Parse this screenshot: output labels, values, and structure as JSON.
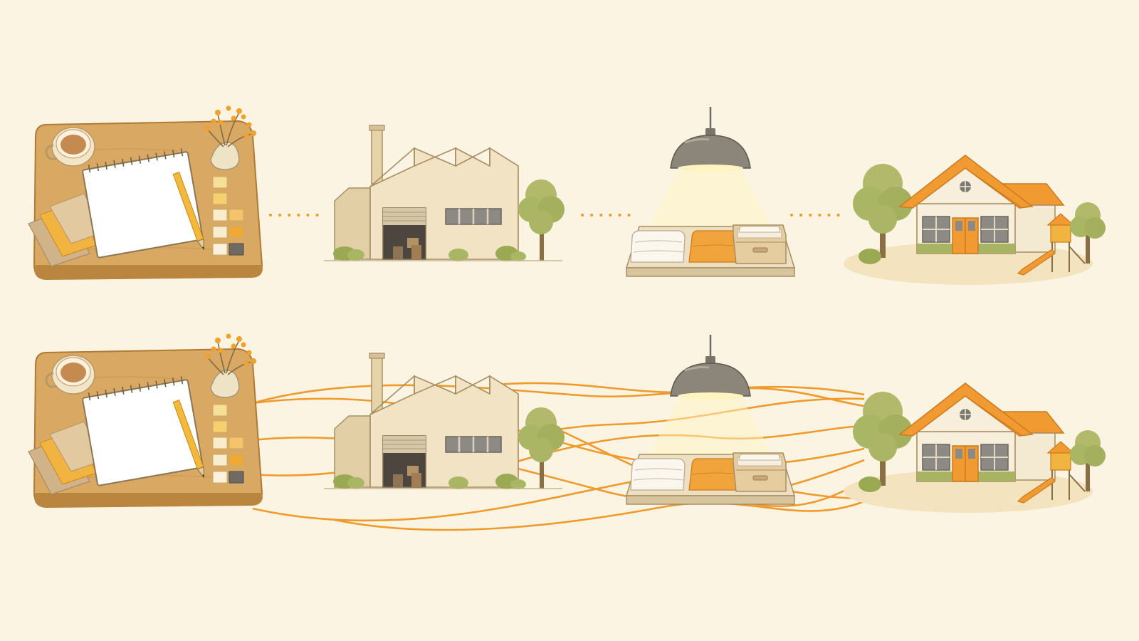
{
  "colors": {
    "background": "#fbf4e3",
    "accent": "#f0961e",
    "connector_orange": "#ef9a2a",
    "wood": "#d9a862",
    "wood_dark": "#b9853f",
    "building_cream": "#f1e3c3",
    "building_shade": "#e2cfa6",
    "roof_orange": "#f29a32",
    "tree_green": "#a9b764",
    "lamp_grey": "#8c8579"
  },
  "rows": [
    {
      "id": "linear",
      "connector": "dotted"
    },
    {
      "id": "networked",
      "connector": "interwoven-curves"
    }
  ],
  "stages": [
    {
      "id": "design",
      "icon": "design-desk-icon"
    },
    {
      "id": "factory",
      "icon": "factory-icon"
    },
    {
      "id": "inspection",
      "icon": "inspection-table-icon"
    },
    {
      "id": "school",
      "icon": "school-building-icon"
    }
  ]
}
